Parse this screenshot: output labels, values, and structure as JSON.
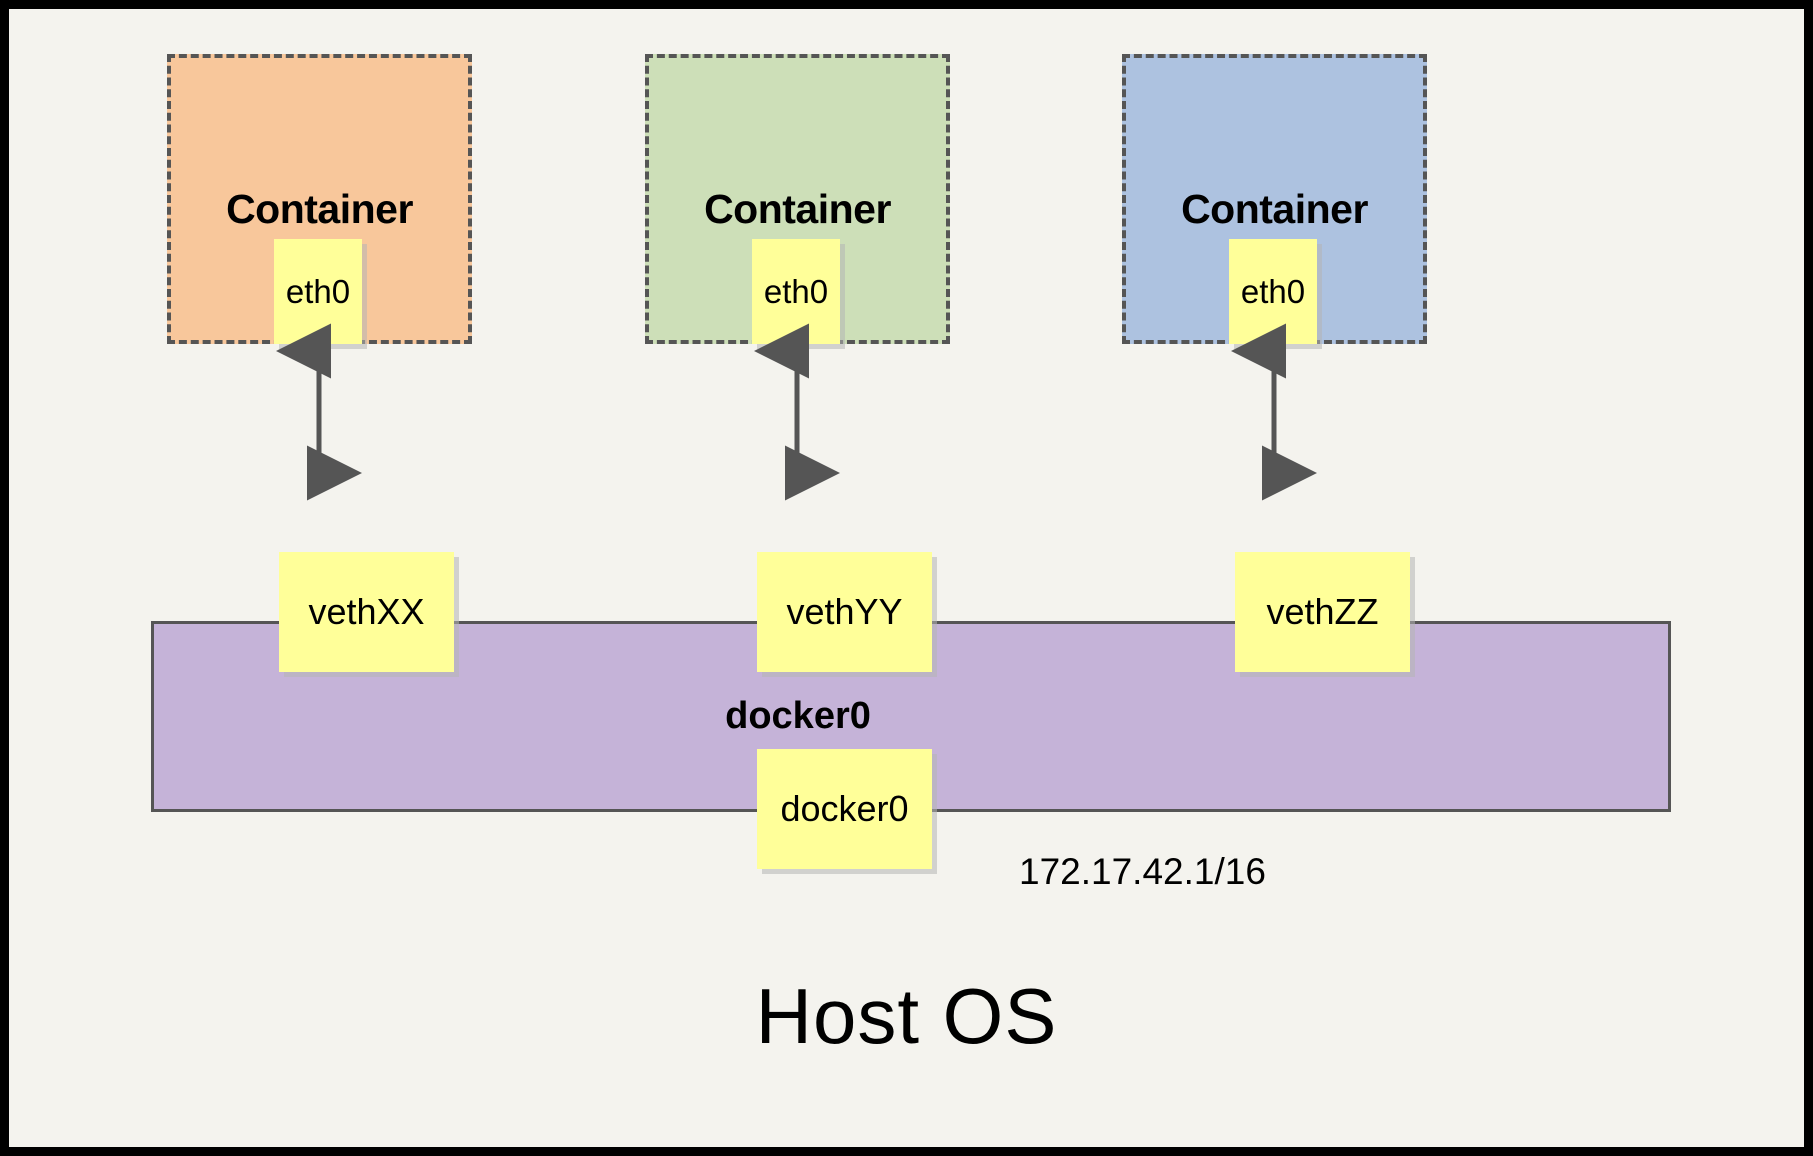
{
  "diagram": {
    "title_bottom": "Host OS",
    "background_color": "#f4f3ee",
    "border_color": "#000000",
    "containers": [
      {
        "label": "Container",
        "fill": "#f8c79b",
        "iface_label": "eth0"
      },
      {
        "label": "Container",
        "fill": "#cddfb8",
        "iface_label": "eth0"
      },
      {
        "label": "Container",
        "fill": "#adc2e0",
        "iface_label": "eth0"
      }
    ],
    "veth_boxes": [
      {
        "label": "vethXX"
      },
      {
        "label": "vethYY"
      },
      {
        "label": "vethZZ"
      }
    ],
    "bridge": {
      "name": "docker0",
      "fill": "#c5b3d8",
      "iface_label": "docker0",
      "ip_address": "172.17.42.1/16"
    },
    "arrow_color": "#555555",
    "note_fill": "#ffff99"
  }
}
